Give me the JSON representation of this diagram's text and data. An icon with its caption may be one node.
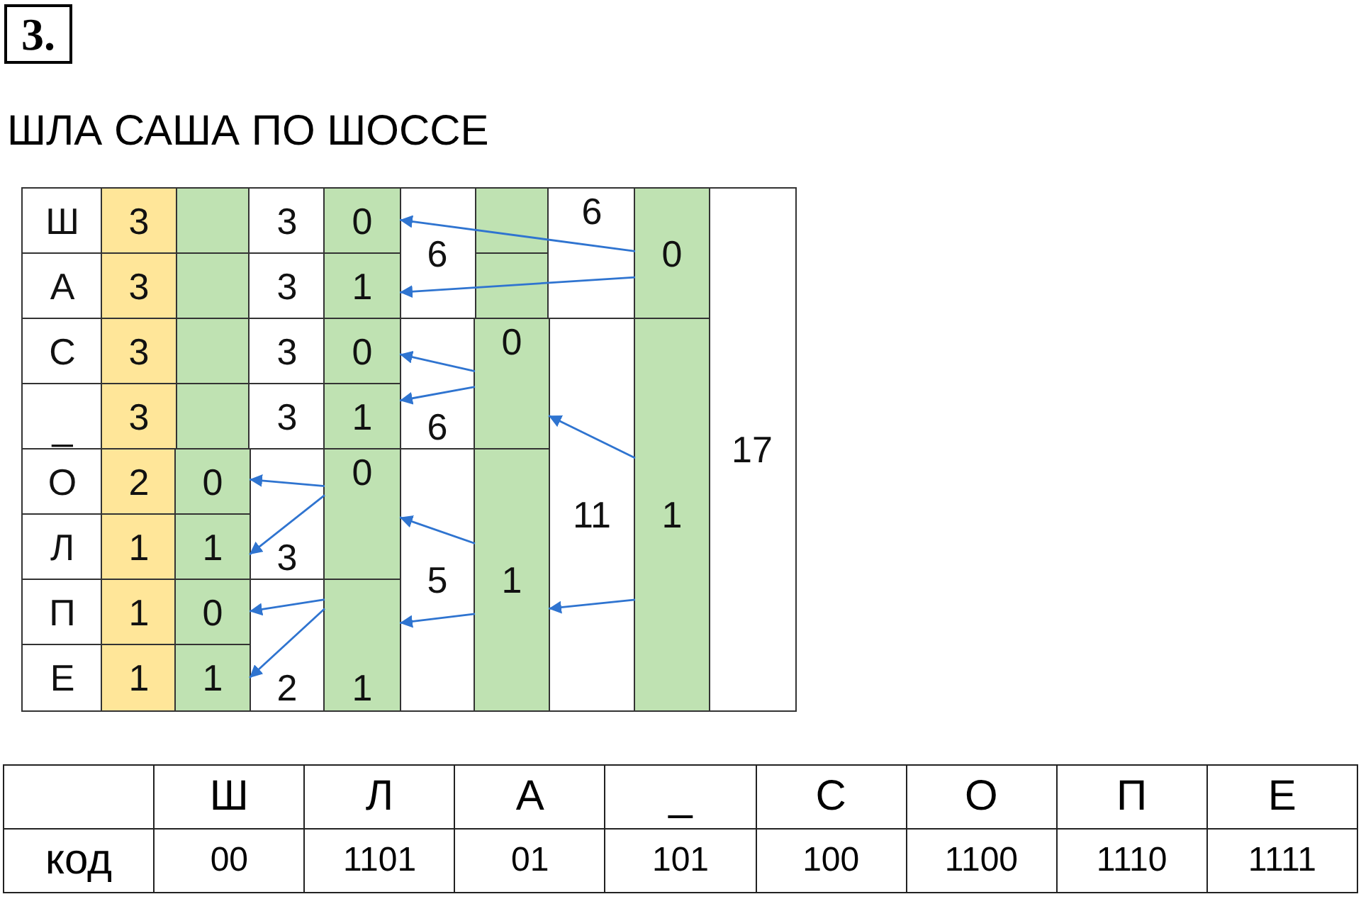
{
  "diagram": {
    "title": "ШЛА САША ПО ШОССЕ",
    "nodes": [
      {
        "text": [
          "0"
        ]
      },
      {
        "text": [
          "0"
        ]
      },
      {
        "text": [
          "1"
        ]
      },
      {
        "text": [
          "0"
        ]
      },
      {
        "text": [
          "0"
        ]
      },
      {
        "text": [
          "1"
        ]
      },
      {
        "text": [
          "1"
        ]
      },
      {
        "text": [
          "0"
        ]
      },
      {
        "text": [
          "0"
        ]
      },
      {
        "text": [
          "1"
        ]
      },
      {
        "text": [
          "1"
        ]
      },
      {
        "text": [
          "0"
        ]
      },
      {
        "text": [
          "1"
        ]
      },
      {
        "text": [
          "1"
        ]
      }
    ],
    "edges": [
      {
        "from": 1,
        "to": 0,
        "arrow": "to"
      },
      {
        "from": 1,
        "to": 2,
        "arrow": "to"
      },
      {
        "from": 4,
        "to": 3,
        "arrow": "to"
      },
      {
        "from": 4,
        "to": 6,
        "arrow": "to"
      },
      {
        "from": 5,
        "to": 4,
        "arrow": "to"
      },
      {
        "from": 5,
        "to": 9,
        "arrow": "to"
      },
      {
        "from": 9,
        "to": 8,
        "arrow": "to"
      },
      {
        "from": 9,
        "to": 12,
        "arrow": "to"
      },
      {
        "from": 8,
        "to": 7,
        "arrow": "to"
      },
      {
        "from": 8,
        "to": 10,
        "arrow": "to"
      },
      {
        "from": 12,
        "to": 11,
        "arrow": "to"
      },
      {
        "from": 12,
        "to": 13,
        "arrow": "to"
      }
    ],
    "labels": [
      "3.",
      "Ш",
      "3",
      "3",
      "6",
      "6",
      "17",
      "А",
      "3",
      "3",
      "С",
      "3",
      "3",
      "6",
      "11",
      "_",
      "3",
      "3",
      "О",
      "2",
      "3",
      "5",
      "Л",
      "1",
      "П",
      "1",
      "Е",
      "1",
      "2",
      "Ш",
      "Л",
      "А",
      "_",
      "С",
      "О",
      "П",
      "Е",
      "код",
      "00",
      "1101",
      "01",
      "101",
      "100",
      "1100",
      "1110",
      "1111"
    ]
  }
}
